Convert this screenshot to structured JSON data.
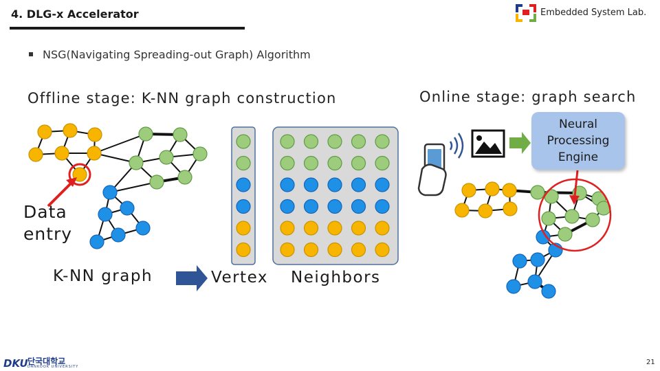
{
  "header": {
    "title": "4. DLG-x Accelerator",
    "lab": "Embedded System Lab."
  },
  "bullet": "NSG(Navigating Spreading-out Graph) Algorithm",
  "offline_label": "Offline stage: K-NN graph construction",
  "online_label": "Online stage: graph search",
  "data_entry": [
    "Data",
    "entry"
  ],
  "knn_label": "K-NN graph",
  "vertex_label": "Vertex",
  "neighbors_label": "Neighbors",
  "engine_label": [
    "Neural",
    "Processing",
    "Engine"
  ],
  "page_number": "21",
  "university": {
    "name": "단국대학교",
    "sub": "DANKOOK UNIVERSITY"
  },
  "colors": {
    "orange": "#f7b500",
    "green": "#9ccc7c",
    "blue": "#1e90e6",
    "highlight_red": "#e02020",
    "arrow_blue": "#2f5597",
    "arrow_green": "#70ad47",
    "engine_box": "#a9c4ea",
    "panel_gray": "#d9d9d9"
  },
  "vertex_column": [
    "green",
    "green",
    "blue",
    "blue",
    "orange",
    "orange"
  ],
  "neighbor_matrix": [
    [
      "green",
      "green",
      "green",
      "green",
      "green"
    ],
    [
      "green",
      "green",
      "green",
      "green",
      "green"
    ],
    [
      "blue",
      "blue",
      "blue",
      "blue",
      "blue"
    ],
    [
      "blue",
      "blue",
      "blue",
      "blue",
      "blue"
    ],
    [
      "orange",
      "orange",
      "orange",
      "orange",
      "orange"
    ],
    [
      "orange",
      "orange",
      "orange",
      "orange",
      "orange"
    ]
  ],
  "icons": {
    "lab_logo": "embedded-lab-logo",
    "phone": "smartphone-hand-icon",
    "signal": "wifi-signal-icon",
    "image": "image-icon",
    "arrow": "arrow-right-icon"
  }
}
